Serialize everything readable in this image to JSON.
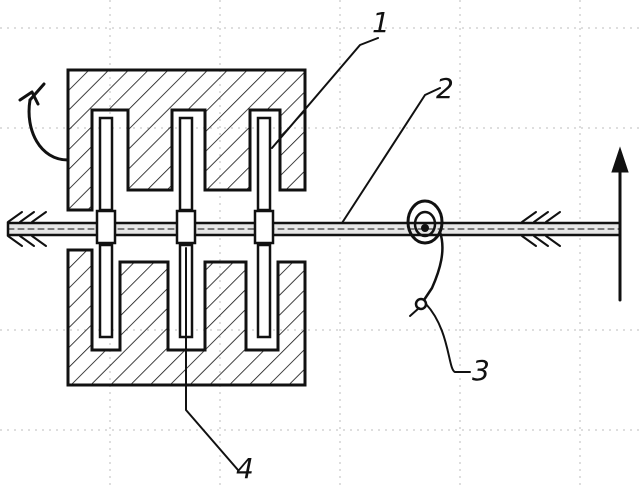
{
  "diagram": {
    "labels": {
      "part_1": "1",
      "part_2": "2",
      "part_3": "3",
      "part_4": "4"
    },
    "colors": {
      "ink": "#111111",
      "grid": "#bdbdbd",
      "paper": "#ffffff"
    }
  }
}
